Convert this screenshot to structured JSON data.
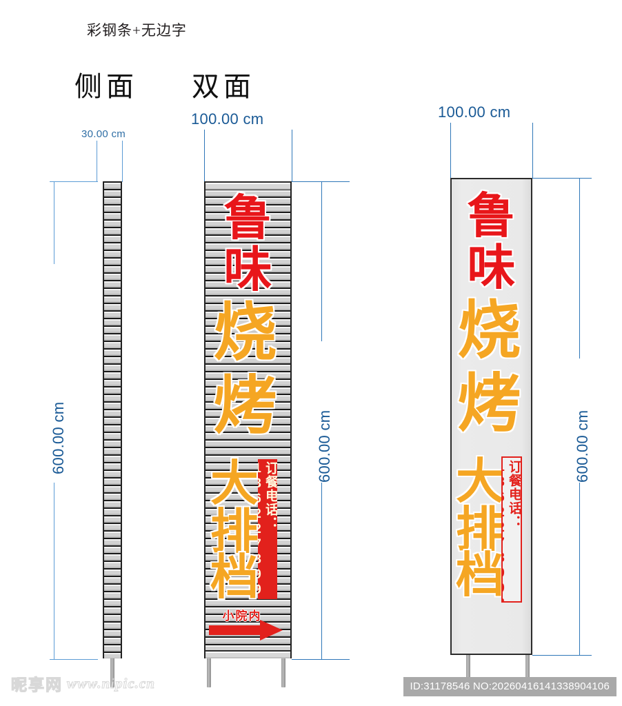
{
  "header": {
    "material_note": "彩钢条+无边字",
    "view_side_label": "侧面",
    "view_double_label": "双面"
  },
  "dimensions": {
    "side_width": "30.00 cm",
    "front_width": "100.00 cm",
    "right_width": "100.00 cm",
    "side_height": "600.00 cm",
    "front_height": "600.00 cm",
    "right_height": "600.00 cm"
  },
  "sign_copy": {
    "brand_line1": "鲁",
    "brand_line2": "味",
    "headline1": "烧",
    "headline2": "烤",
    "sub1": "大",
    "sub2": "排",
    "sub3": "档",
    "phone_strip": "订餐电话：18622789988",
    "direction_label": "小院内",
    "arrow": "arrow-right-icon"
  },
  "colors": {
    "brand_red": "#e8161a",
    "headline_yellow": "#f5a623",
    "phone_red": "#e2211c",
    "dimension_blue": "#1a5a96",
    "panel_grey": "#d9d9d9"
  },
  "footer": {
    "watermark_logo": "昵享网",
    "watermark_url": "www.nipic.cn",
    "id_plate": "ID:31178546 NO:20260416141338904106"
  }
}
